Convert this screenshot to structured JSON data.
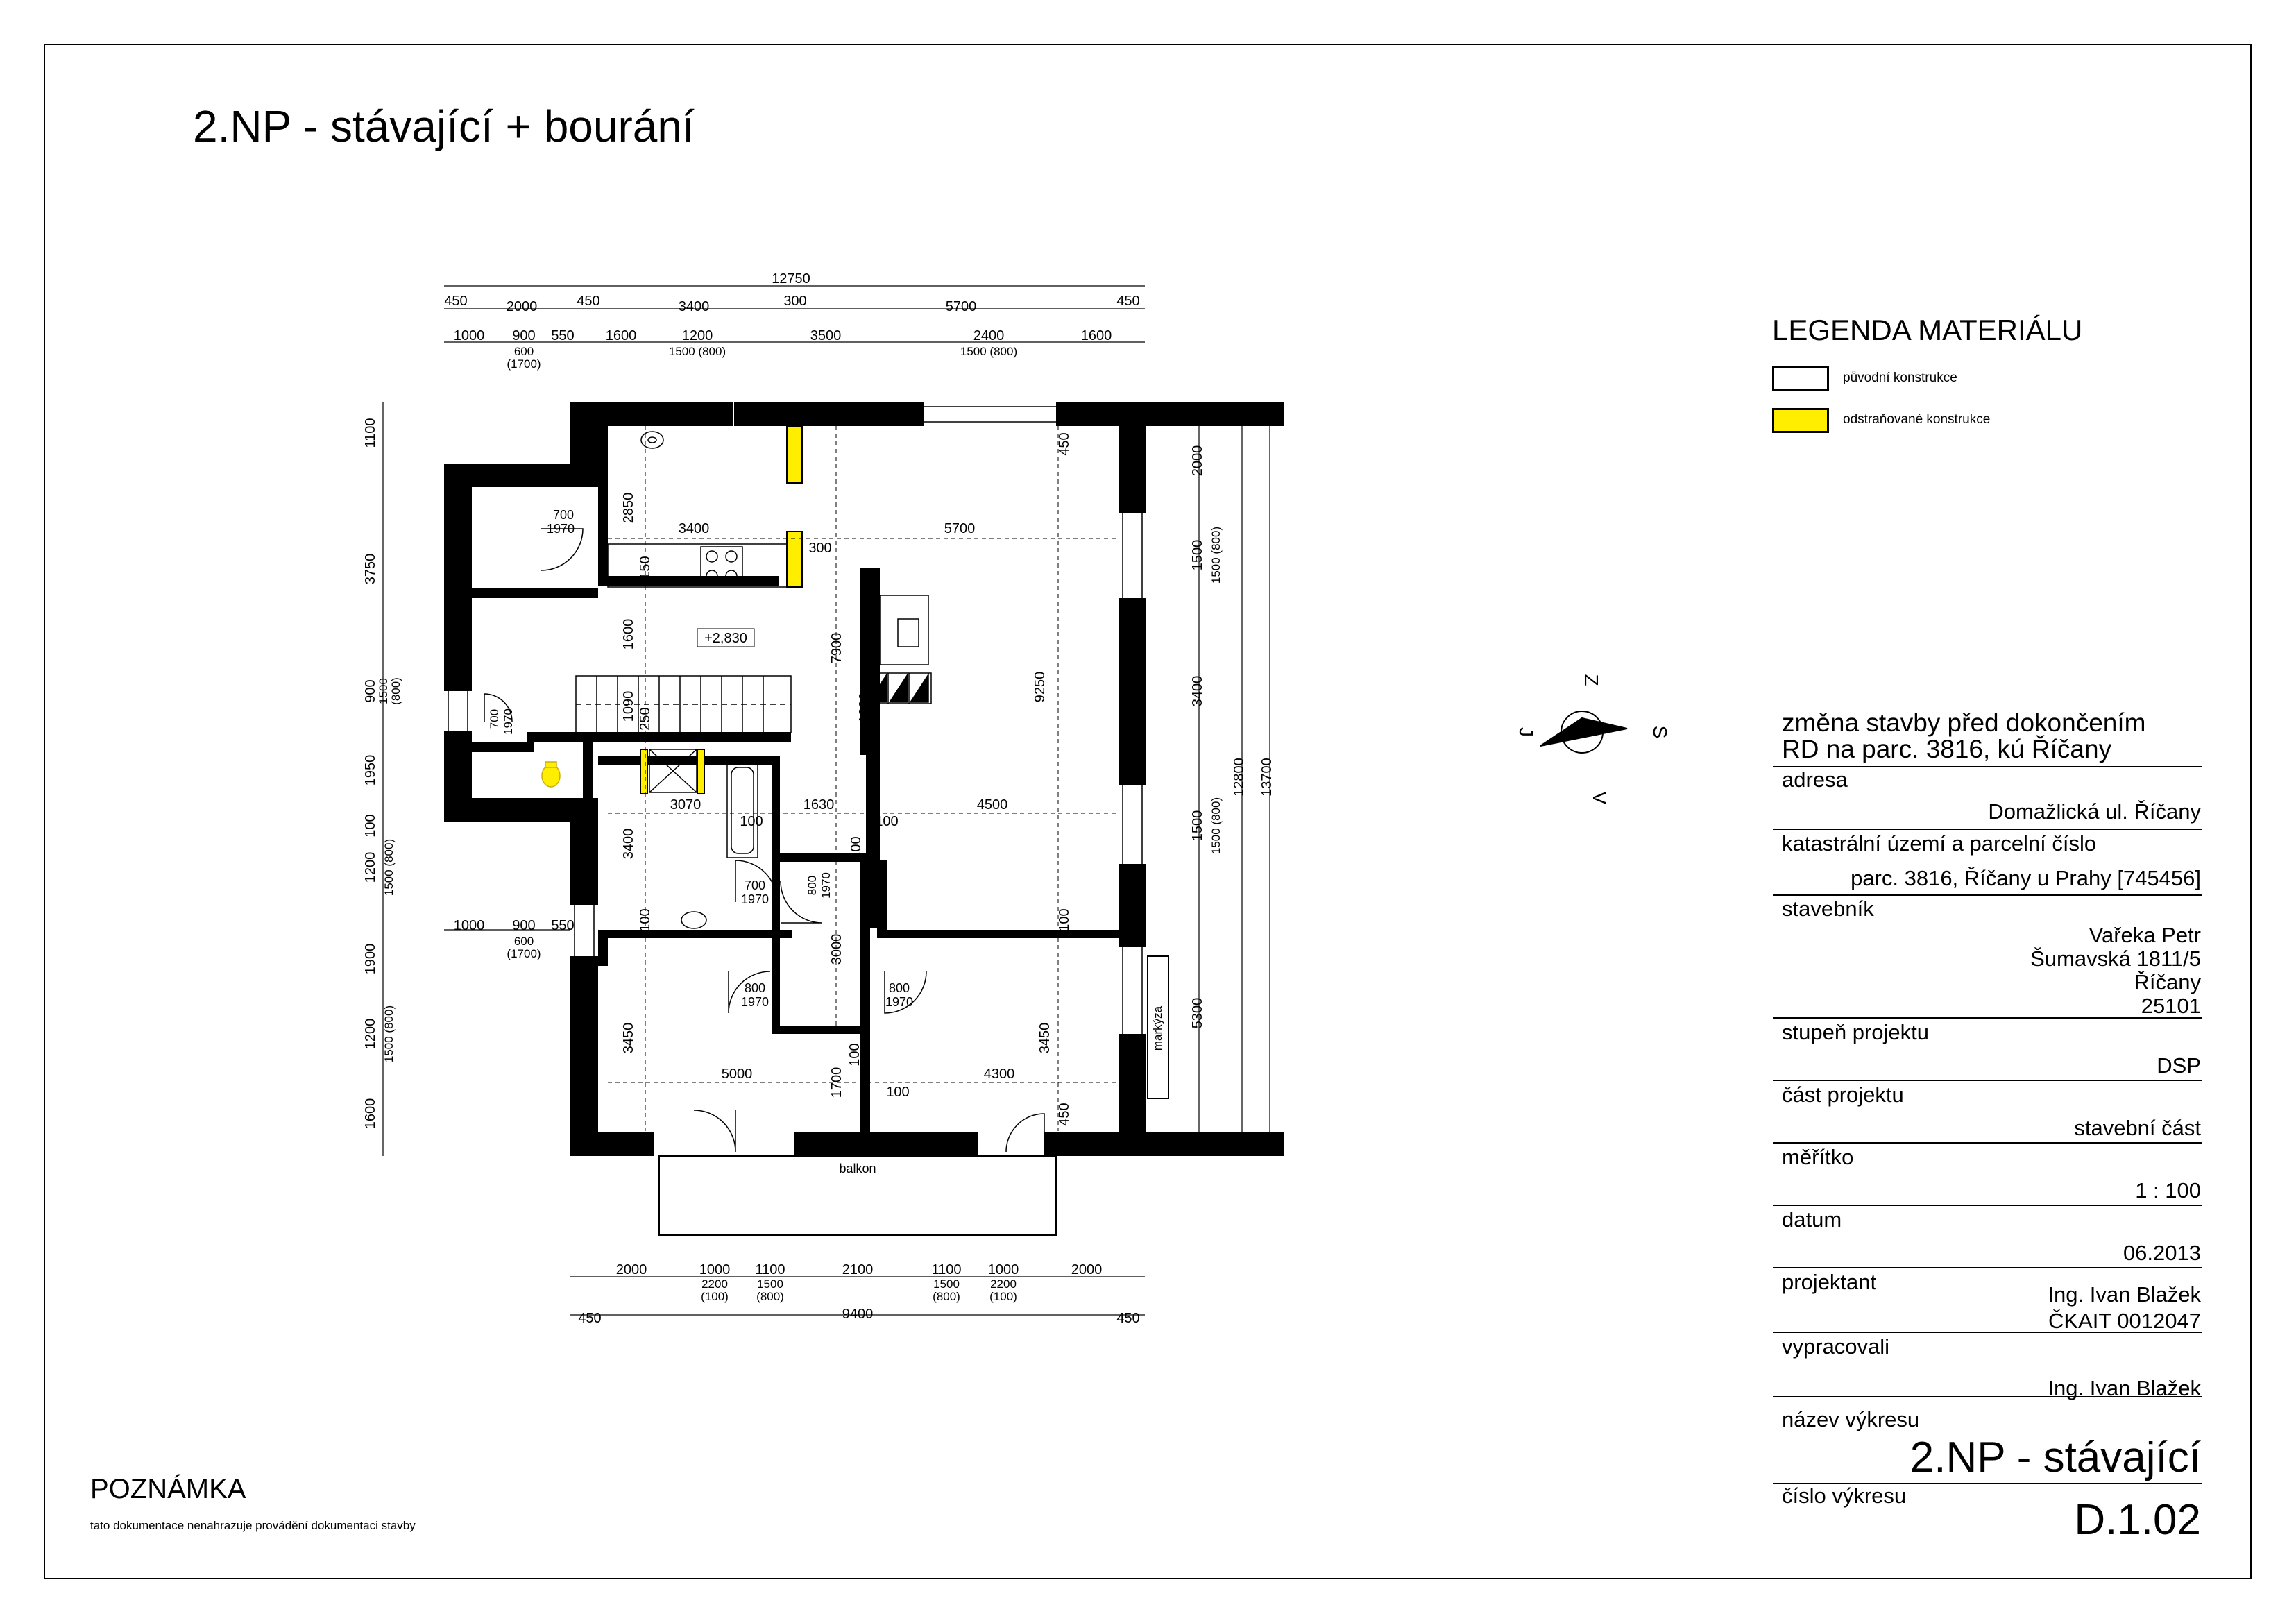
{
  "drawing_title": "2.NP - stávající + bourání",
  "legend": {
    "title": "LEGENDA MATERIÁLU",
    "items": [
      {
        "label": "původní konstrukce",
        "color": "#ffffff"
      },
      {
        "label": "odstraňované konstrukce",
        "color": "#ffee00"
      }
    ]
  },
  "plan": {
    "wall_color": "#000000",
    "demolition_color": "#ffee00",
    "height_mark": "+2,830",
    "balcony_label": "balkon",
    "awning_label": "markýza",
    "north_arrow": {
      "s": "S",
      "j": "J",
      "z": "Z",
      "v": "V"
    },
    "dims_top_row1": {
      "d0": "450",
      "d1": "2000",
      "d2": "450",
      "d3": "3400",
      "d4": "300",
      "d5": "5700",
      "d6": "450"
    },
    "dims_top_row2": {
      "d0": "1000",
      "d1": "900",
      "d2": "600",
      "d3": "(1700)",
      "d4": "550",
      "d5": "1600",
      "d6": "1200",
      "d7": "1500 (800)",
      "d8": "3500",
      "d9": "2400",
      "d10": "1500 (800)",
      "d11": "1600"
    },
    "dims_top_total": "12750",
    "dims_left": {
      "d0": "1100",
      "d1": "3750",
      "d2": "900",
      "d3": "1500",
      "d4": "(800)",
      "d5": "1950",
      "d6": "1200",
      "d7": "100",
      "d8": "1500 (800)",
      "d9": "1900",
      "d10": "1200",
      "d11": "1500 (800)",
      "d12": "1600"
    },
    "dims_left_mid": {
      "d0": "1000",
      "d1": "900",
      "d2": "600",
      "d3": "(1700)",
      "d4": "550"
    },
    "dims_right_inner": {
      "d0": "450",
      "d1": "2000",
      "d2": "1500",
      "d3": "1500 (800)",
      "d4": "3400",
      "d5": "1500",
      "d6": "1500 (800)",
      "d7": "5300",
      "d8": "450"
    },
    "dims_right_outer": {
      "d0": "12800",
      "d1": "13700"
    },
    "dims_bottom_row1": {
      "d0": "2000",
      "d1": "1000",
      "d2": "2200",
      "d3": "(100)",
      "d4": "1100",
      "d5": "1500",
      "d6": "(800)",
      "d7": "2100",
      "d8": "1100",
      "d9": "1500",
      "d10": "(800)",
      "d11": "1000",
      "d12": "2200",
      "d13": "(100)",
      "d14": "2000"
    },
    "dims_bottom_row2": {
      "d0": "450",
      "d1": "9400",
      "d2": "450"
    },
    "dims_inside": {
      "a0": "3400",
      "a1": "5700",
      "a2": "2850",
      "a3": "150",
      "a4": "300",
      "a5": "450",
      "a6": "1600",
      "a7": "7900",
      "a8": "9250",
      "a9": "1090",
      "a10": "250",
      "a11": "1890",
      "a12": "3070",
      "a13": "1630",
      "a14": "4500",
      "a15": "100",
      "a16": "100",
      "a17": "100",
      "a18": "3400",
      "a19": "100",
      "a20": "3000",
      "a21": "100",
      "a22": "3450",
      "a23": "3450",
      "a24": "5000",
      "a25": "1700",
      "a26": "100",
      "a27": "4300",
      "a28": "100",
      "a29": "450"
    },
    "doors": {
      "d0w": "700",
      "d0h": "1970",
      "d1w": "700",
      "d1h": "1970",
      "d2w": "700",
      "d2h": "1970",
      "d3w": "800",
      "d3h": "1970",
      "d4w": "800",
      "d4h": "1970",
      "d5w": "800",
      "d5h": "1970"
    }
  },
  "title_block": {
    "heading1": "změna stavby před dokončením",
    "heading2": "RD  na parc. 3816, kú Říčany",
    "address_label": "adresa",
    "address": "Domažlická ul. Říčany",
    "cadastre_label": "katastrální území a parcelní číslo",
    "cadastre": "parc. 3816, Říčany u Prahy [745456]",
    "builder_label": "stavebník",
    "builder_lines": [
      "Vařeka Petr",
      "Šumavská 1811/5",
      "Říčany",
      "25101"
    ],
    "stage_label": "stupeň projektu",
    "stage": "DSP",
    "part_label": "část projektu",
    "part": "stavební část",
    "scale_label": "měřítko",
    "scale": "1 : 100",
    "date_label": "datum",
    "date": "06.2013",
    "designer_label": "projektant",
    "designer_lines": [
      "Ing. Ivan Blažek",
      "ČKAIT 0012047"
    ],
    "prepared_label": "vypracovali",
    "prepared": "Ing. Ivan Blažek",
    "drawing_name_label": "název výkresu",
    "drawing_name": "2.NP - stávající",
    "drawing_number_label": "číslo výkresu",
    "drawing_number": "D.1.02"
  },
  "note": {
    "title": "POZNÁMKA",
    "text": "tato dokumentace nenahrazuje provádění dokumentaci stavby"
  }
}
